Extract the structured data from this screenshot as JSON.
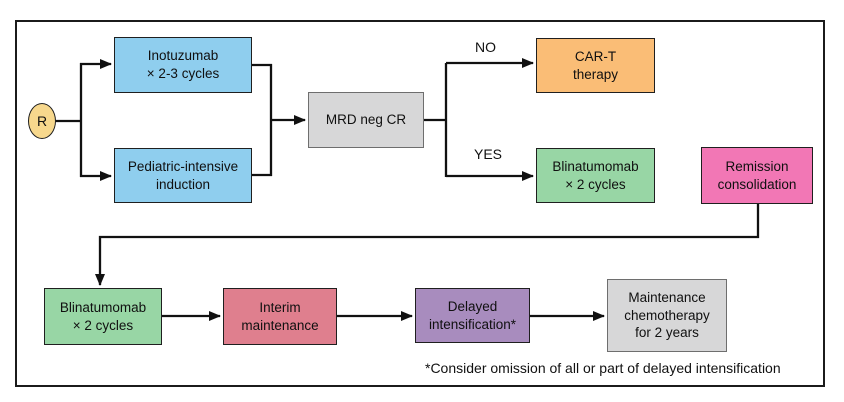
{
  "diagram": {
    "start": {
      "label": "R",
      "fill": "#F7D88D"
    },
    "nodes": {
      "inotuzumab": {
        "label": "Inotuzumab\n× 2-3 cycles",
        "fill": "#8FCEEE"
      },
      "pediatric_induction": {
        "label": "Pediatric-intensive\ninduction",
        "fill": "#8FCEEE"
      },
      "mrd_neg_cr": {
        "label": "MRD neg CR",
        "fill": "#D7D7D8"
      },
      "car_t_therapy": {
        "label": "CAR-T\ntherapy",
        "fill": "#FABD76"
      },
      "blinatumomab_consolidation": {
        "label": "Blinatumomab\n× 2 cycles",
        "fill": "#98D6A5"
      },
      "remission_consolidation": {
        "label": "Remission\nconsolidation",
        "fill": "#F277B5"
      },
      "blinatumomab_maintenance": {
        "label": "Blinatumomab\n× 2 cycles",
        "fill": "#98D6A5"
      },
      "interim_maintenance": {
        "label": "Interim\nmaintenance",
        "fill": "#DF7F8E"
      },
      "delayed_intensification": {
        "label": "Delayed\nintensification*",
        "fill": "#A88CBE"
      },
      "maintenance_chemotherapy": {
        "label": "Maintenance\nchemotherapy\nfor 2 years",
        "fill": "#D7D7D8"
      }
    },
    "branch_labels": {
      "no": "NO",
      "yes": "YES"
    },
    "footnote": "*Consider omission of all or part of delayed intensification",
    "line_color": "#111111"
  }
}
